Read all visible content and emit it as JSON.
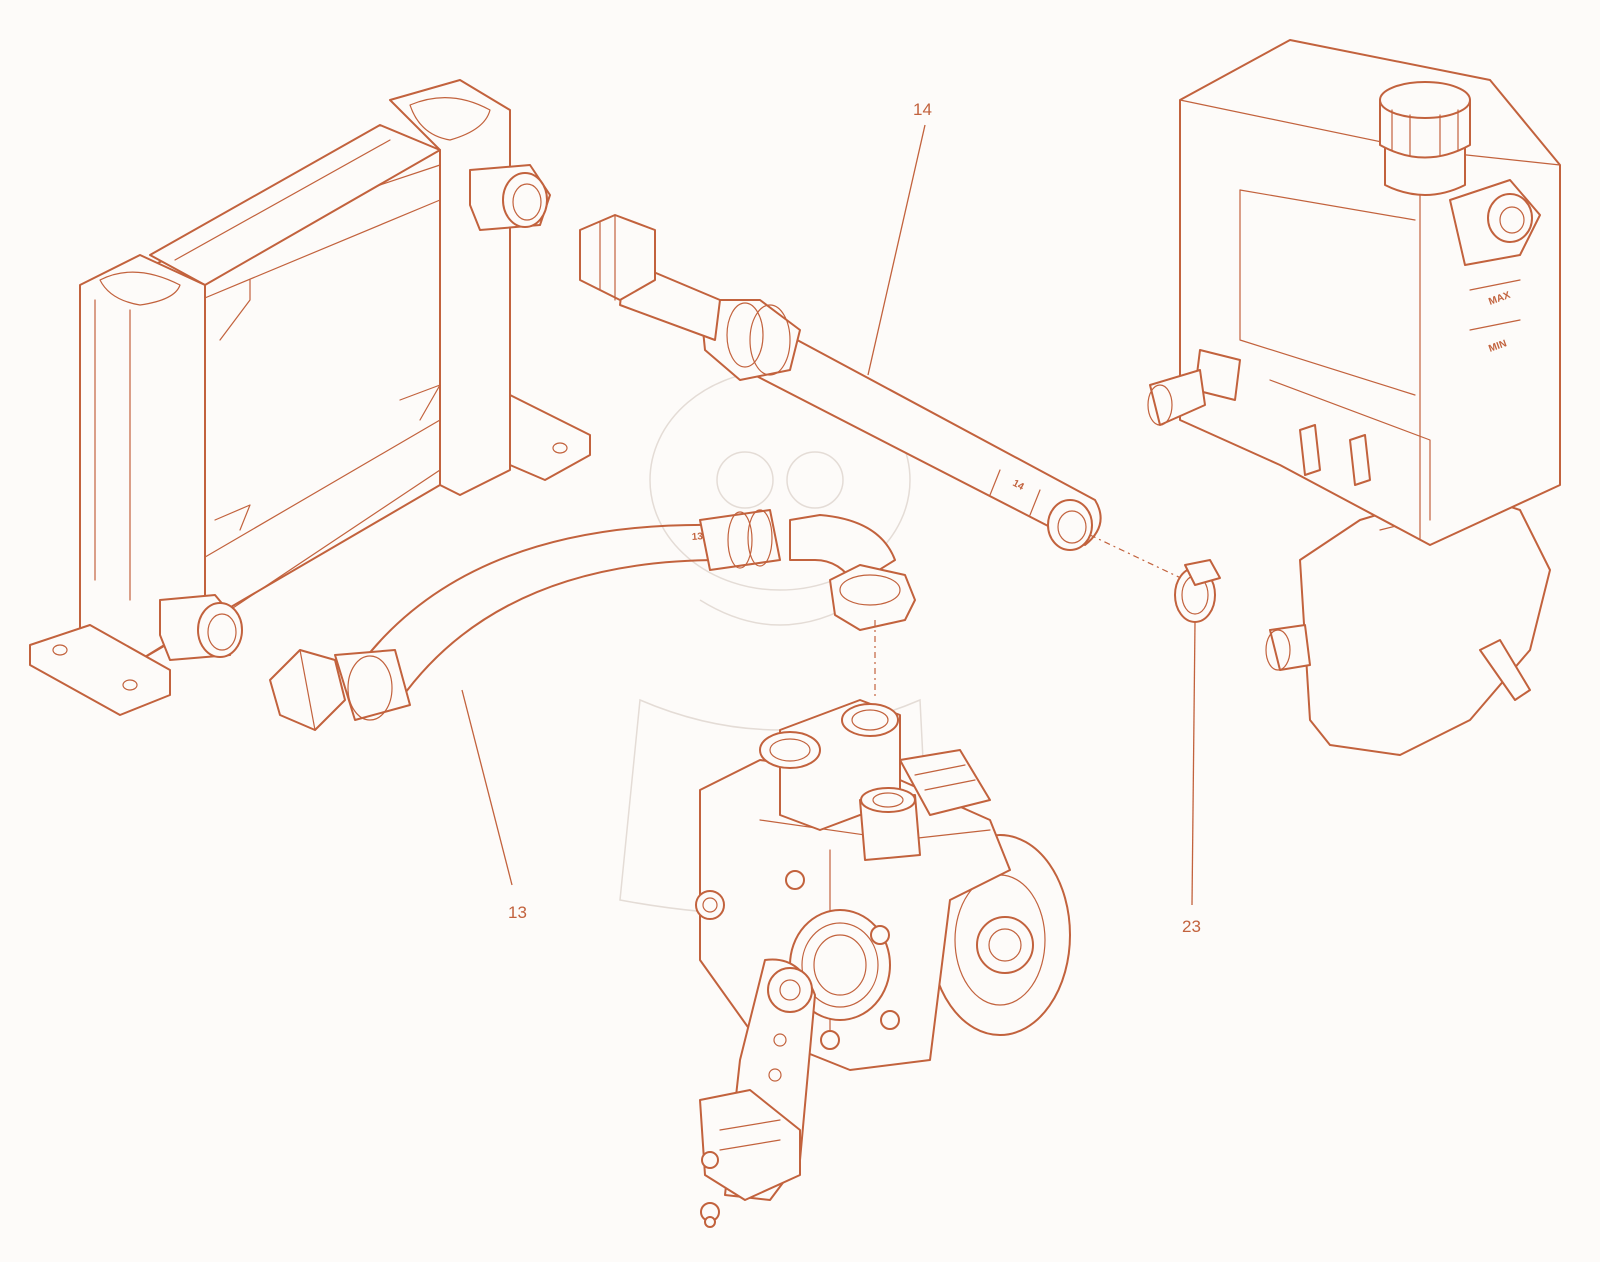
{
  "callouts": {
    "c13": "13",
    "c14": "14",
    "c23": "23"
  },
  "markings": {
    "hose_14": "14",
    "hose_13": "13",
    "tank_max": "MAX",
    "tank_min": "MIN"
  },
  "colors": {
    "line": "#c2623d",
    "background": "#fdfbf9"
  }
}
